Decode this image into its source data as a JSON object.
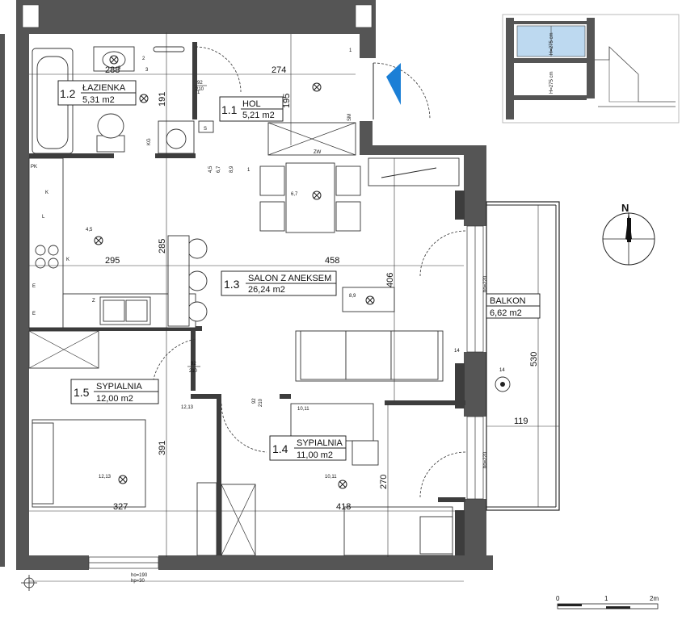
{
  "rooms": [
    {
      "number": "1.1",
      "name": "HOL",
      "area": "5,21 m2"
    },
    {
      "number": "1.2",
      "name": "ŁAZIENKA",
      "area": "5,31 m2"
    },
    {
      "number": "1.3",
      "name": "SALON Z ANEKSEM",
      "area": "26,24 m2"
    },
    {
      "number": "1.4",
      "name": "SYPIALNIA",
      "area": "11,00 m2"
    },
    {
      "number": "1.5",
      "name": "SYPIALNIA",
      "area": "12,00 m2"
    }
  ],
  "balcony": {
    "name": "BALKON",
    "area": "6,62 m2"
  },
  "dimensions": {
    "d288": "288",
    "d274": "274",
    "d191": "191",
    "d195": "195",
    "d285": "285",
    "d295": "295",
    "d458": "458",
    "d406": "406",
    "d391": "391",
    "d327": "327",
    "d418": "418",
    "d270": "270",
    "d530": "530",
    "d119": "119"
  },
  "door_labels": {
    "hol_top": "92",
    "hol_bottom": "210",
    "salon_top": "92",
    "salon_bottom": "210",
    "bed4_top": "92",
    "bed4_bottom": "210"
  },
  "window_labels": {
    "bottom_ho": "ho=190",
    "bottom_hp": "hp=30",
    "top_ho": "ho=220",
    "lower_ho": "ho=220"
  },
  "fixture_codes": {
    "kg": "KG",
    "s": "S",
    "sm": "SM",
    "zw": "ZW",
    "pk": "PK",
    "k1": "K",
    "k2": "K",
    "e1": "E",
    "e2": "E",
    "l": "L",
    "z": "Z"
  },
  "circuit_labels": {
    "c1": "1",
    "c2": "2",
    "c3": "3",
    "c3b": "3",
    "c1b": "1",
    "c1c": "1",
    "c45a": "4,5",
    "c45b": "4,5",
    "c67a": "6,7",
    "c67b": "6,7",
    "c89a": "8,9",
    "c89b": "8,9",
    "c1213a": "12,13",
    "c1213b": "12,13",
    "c1011a": "10,11",
    "c1011b": "10,11",
    "c14a": "14",
    "c14b": "14"
  },
  "section_labels": {
    "upper": "H=275 cm",
    "lower": "H=275 cm"
  },
  "compass": {
    "label": "N"
  },
  "scale_bar": {
    "t0": "0",
    "t1": "1",
    "t2": "2m"
  }
}
